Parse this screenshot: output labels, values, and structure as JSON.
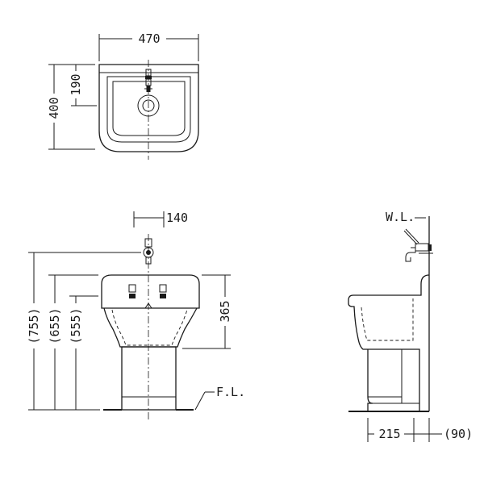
{
  "plan_view": {
    "width_dim": "470",
    "depth_dim": "400",
    "drain_offset_dim": "190"
  },
  "front_view": {
    "faucet_spacing_dim": "140",
    "height_dims": [
      "(755)",
      "(655)",
      "(555)"
    ],
    "bowl_depth_dim": "365",
    "floor_label": "F.L."
  },
  "side_view": {
    "wall_label": "W.L.",
    "projection_dim": "215",
    "wall_gap_dim": "(90)"
  }
}
